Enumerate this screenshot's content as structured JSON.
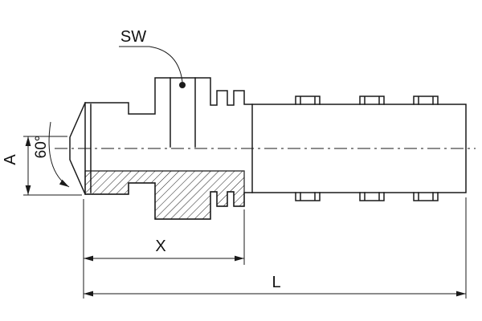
{
  "diagram": {
    "labels": {
      "wrench_size": "SW",
      "diameter": "A",
      "cone_angle": "60°",
      "dim_x": "X",
      "dim_length": "L"
    },
    "colors": {
      "line": "#1a1a1a",
      "background": "#ffffff"
    }
  }
}
